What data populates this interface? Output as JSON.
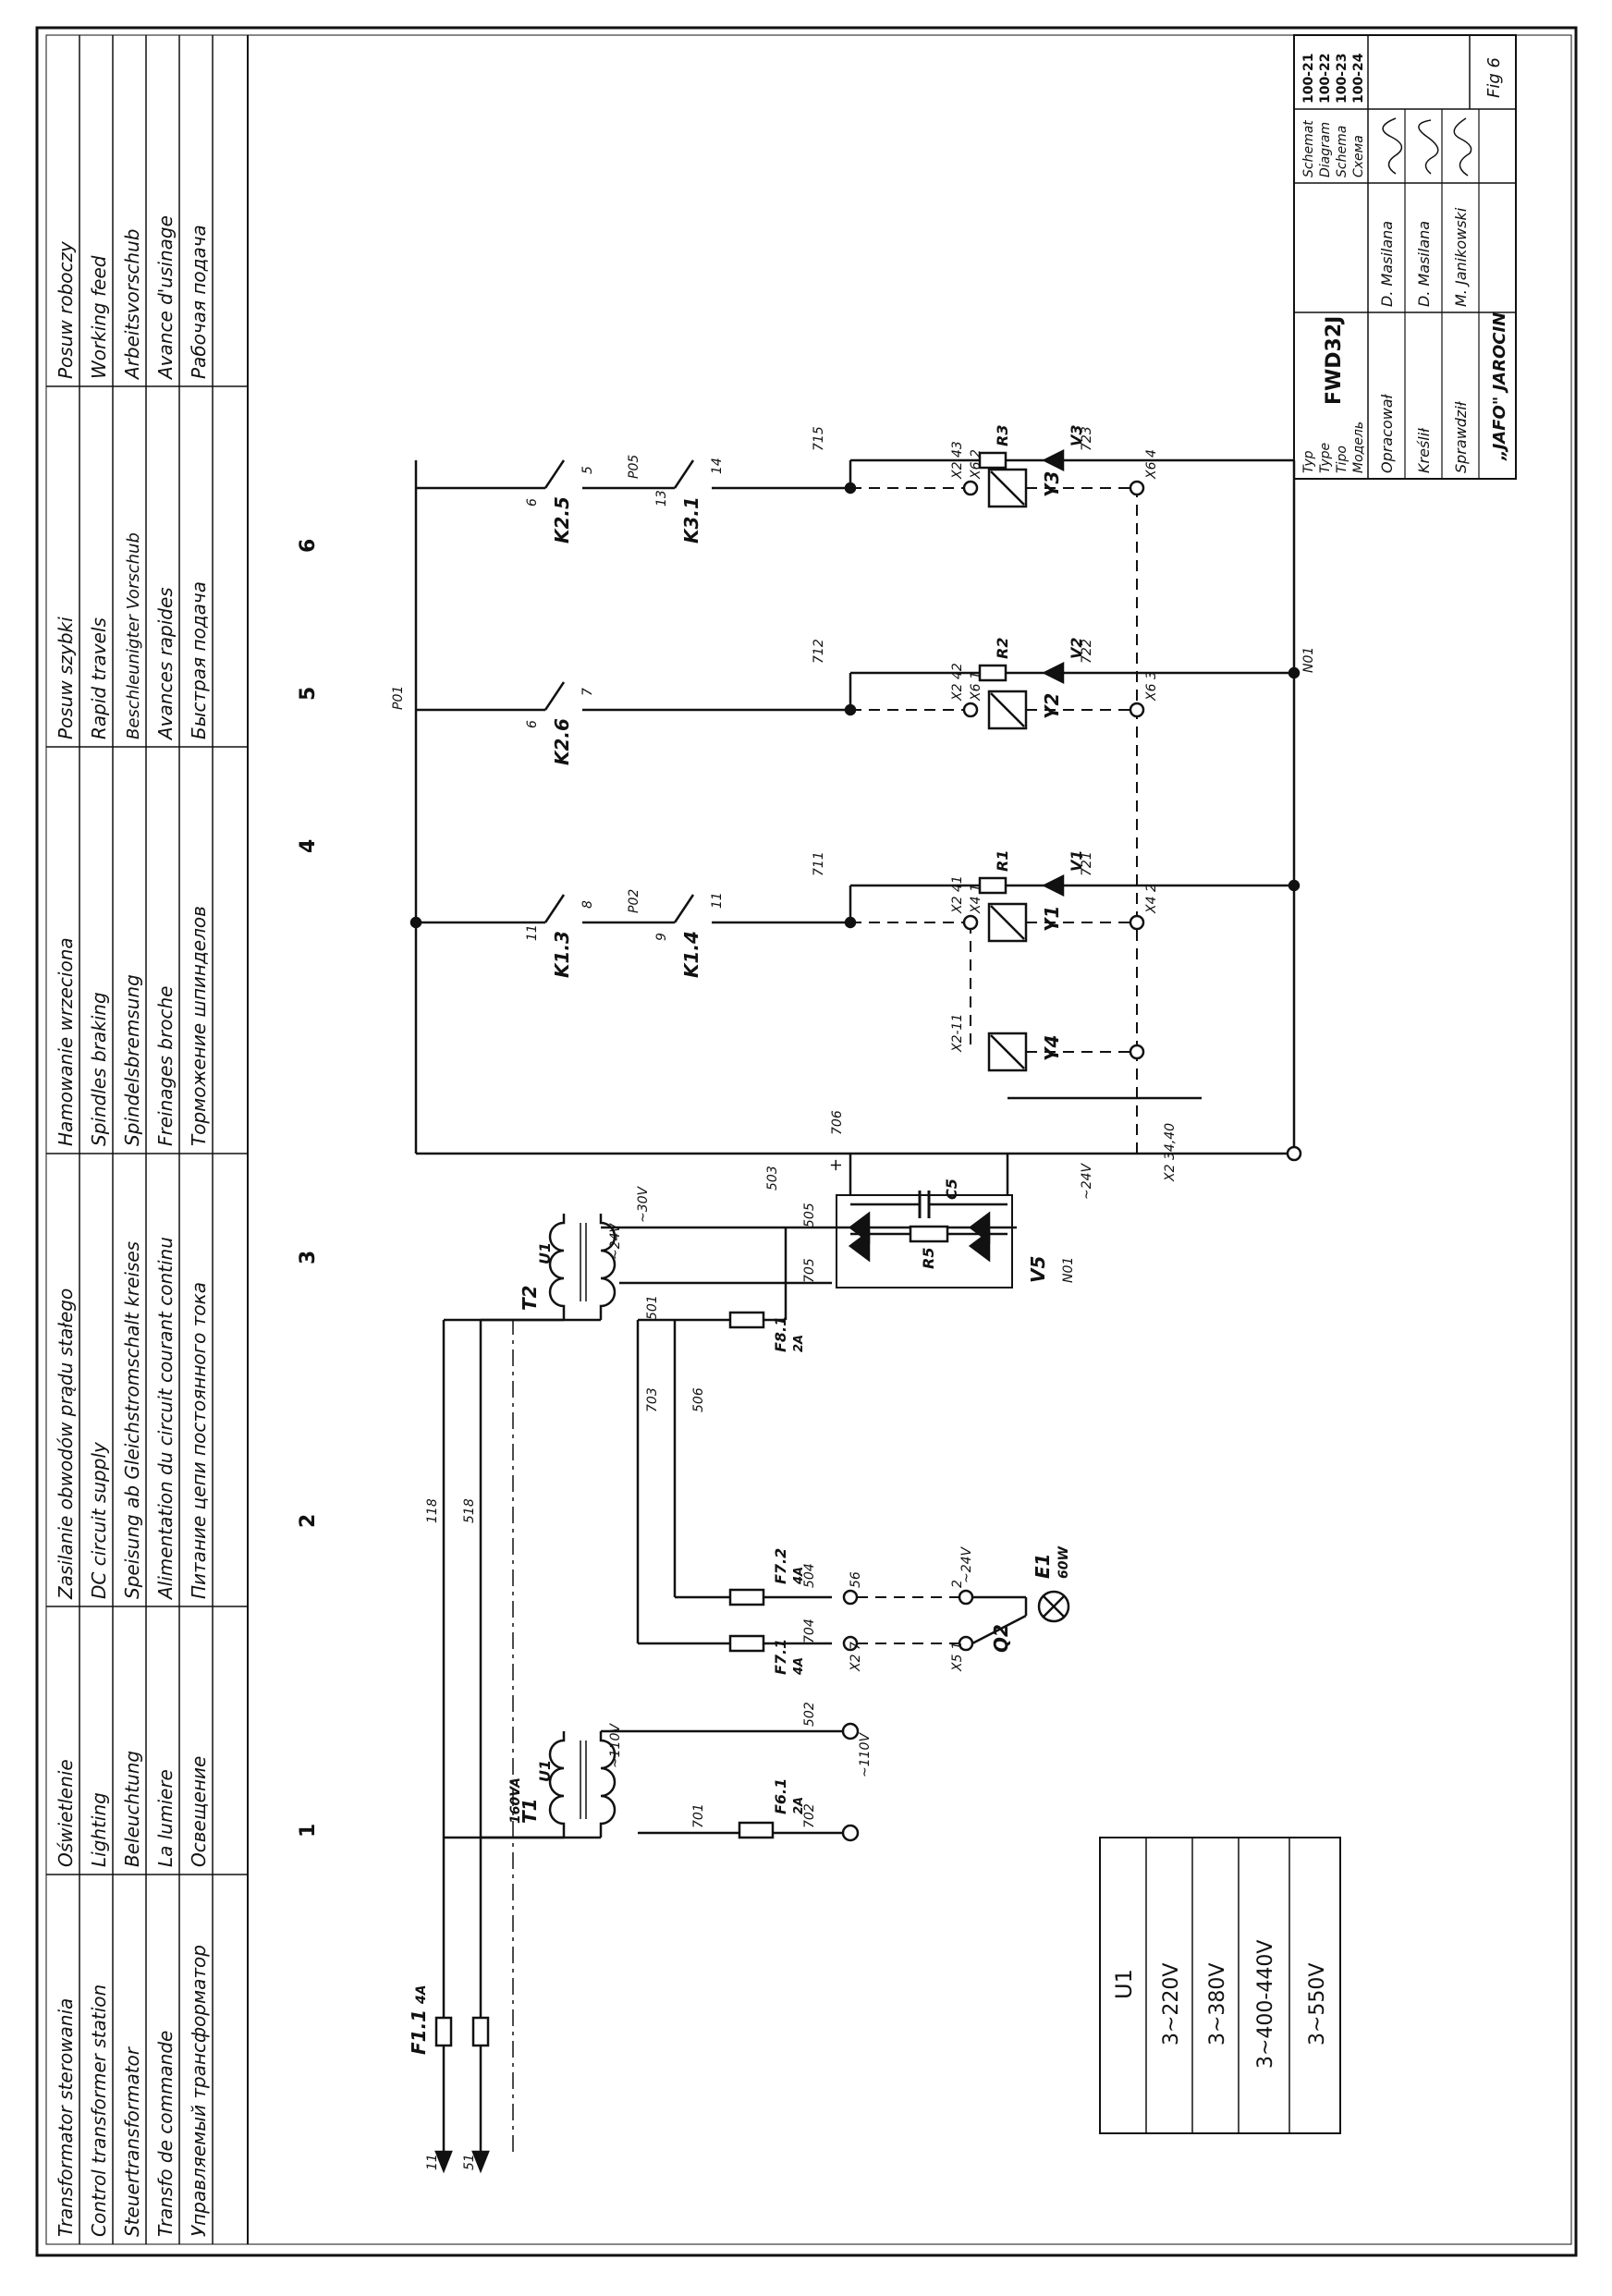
{
  "legend_header": {
    "col_1": [
      "Transformator sterowania",
      "Control transformer station",
      "Steuertransformator",
      "Transfo de commande",
      "Управляемый трансформатор"
    ],
    "col_2": [
      "Oświetlenie",
      "Lighting",
      "Beleuchtung",
      "La lumiere",
      "Освещение"
    ],
    "col_3": [
      "Zasilanie obwodów prądu stałego",
      "DC circuit supply",
      "Speisung ab Gleichstromschalt kreises",
      "Alimentation du circuit courant continu",
      "Питание цепи постоянного тока"
    ],
    "col_4": [
      "Hamowanie wrzeciona",
      "Spindles braking",
      "Spindelsbremsung",
      "Freinages broche",
      "Торможение шпинделов"
    ],
    "col_5": [
      "Posuw szybki",
      "Rapid travels",
      "Beschleunigter Vorschub",
      "Avances rapides",
      "Быстрая подача"
    ],
    "col_6": [
      "Posuw roboczy",
      "Working feed",
      "Arbeitsvorschub",
      "Avance d'usinage",
      "Рабочая подача"
    ]
  },
  "column_numbers": [
    "1",
    "2",
    "3",
    "4",
    "5",
    "6"
  ],
  "title_block": {
    "type_labels": [
      "Typ",
      "Type",
      "Tipo",
      "Модель"
    ],
    "type_value": "FWD32J",
    "schema_labels": [
      "Schemat",
      "Diagram",
      "Schema",
      "Схема"
    ],
    "codes": [
      "100-21",
      "100-22",
      "100-23",
      "100-24"
    ],
    "rows": [
      {
        "role": "Opracował",
        "name": "D. Masilana"
      },
      {
        "role": "Kreślił",
        "name": "D. Masilana"
      },
      {
        "role": "Sprawdził",
        "name": "M. Janikowski"
      }
    ],
    "company": "„JAFO\" JAROCIN",
    "fig": "Fig 6"
  },
  "voltage_table": {
    "header": "U1",
    "rows": [
      "3~220V",
      "3~380V",
      "3~400-440V",
      "3~550V"
    ]
  },
  "components": {
    "T1": "T1",
    "T1_rating": "160VA",
    "T2": "T2",
    "U1a": "U1",
    "U1b": "U1",
    "F11": "F1.1",
    "F11_rating": "4A",
    "F61": "F6.1",
    "F61_rating": "2A",
    "F71": "F7.1",
    "F71_rating": "4A",
    "F72": "F7.2",
    "F72_rating": "4A",
    "F81": "F8.1",
    "F81_rating": "2A",
    "E1": "E1",
    "E1_rating": "60W",
    "Q2": "Q2",
    "V5": "V5",
    "R5": "R5",
    "C5": "C5",
    "K13": "K1.3",
    "K14": "K1.4",
    "K26": "K2.6",
    "K25": "K2.5",
    "K31": "K3.1",
    "Y1": "Y1",
    "Y2": "Y2",
    "Y3": "Y3",
    "Y4": "Y4",
    "V1": "V1",
    "V2": "V2",
    "V3": "V3",
    "R1": "R1",
    "R2": "R2",
    "R3": "R3"
  },
  "labels": {
    "v110": "~110V",
    "v110b": "~110V",
    "v24": "~24V",
    "v30": "~30V",
    "v24b": "~24V",
    "v24c": "~24V",
    "w11": "11",
    "w51": "51",
    "w118": "118",
    "w518": "518",
    "w501": "501",
    "w502": "502",
    "w503": "503",
    "w504": "504",
    "w505": "505",
    "w506": "506",
    "w701": "701",
    "w702": "702",
    "w703": "703",
    "w704": "704",
    "w705": "705",
    "w706": "706",
    "wN01": "N01",
    "wN01b": "N01",
    "w711": "711",
    "w712": "712",
    "w715": "715",
    "w721": "721",
    "w722": "722",
    "w723": "723",
    "wP01": "P01",
    "wP02": "P02",
    "wP05": "P05",
    "x2_11": "X2-11",
    "x2_41": "X2 41",
    "x2_42": "X2 42",
    "x2_43": "X2 43",
    "x41": "X4 1",
    "x42": "X4 2",
    "x61": "X6 1",
    "x62": "X6 2",
    "x63": "X6 3",
    "x64": "X6 4",
    "x2_34": "X2 34,40",
    "x2_7": "X2 7",
    "x5_1": "X5 1",
    "n56": "56",
    "n2": "2",
    "n11a": "11",
    "n8": "8",
    "n9": "9",
    "n11b": "11",
    "n6a": "6",
    "n7": "7",
    "n6b": "6",
    "n5": "5",
    "n13": "13",
    "n14": "14",
    "plus": "+"
  }
}
